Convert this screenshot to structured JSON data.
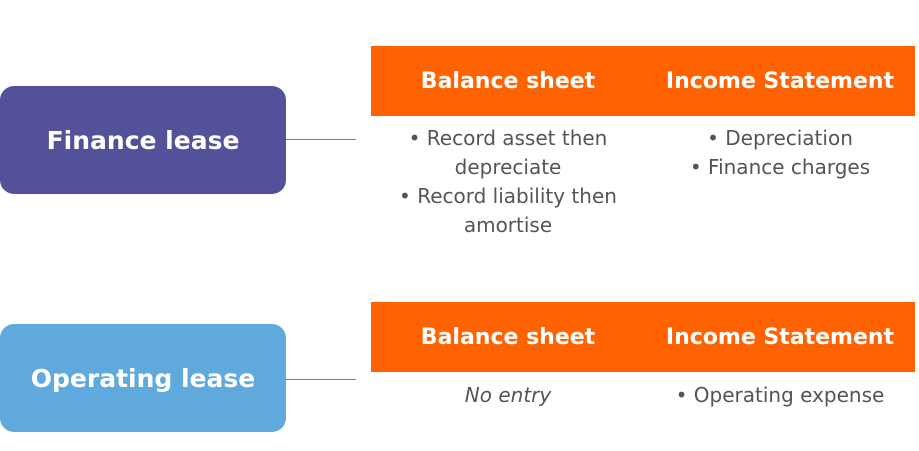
{
  "finance": {
    "label": "Finance lease",
    "balance_header": "Balance sheet",
    "income_header": "Income Statement",
    "balance_entries": [
      "• Record asset then depreciate",
      "• Record liability then amortise"
    ],
    "income_entries": [
      "• Depreciation",
      "• Finance charges"
    ]
  },
  "operating": {
    "label": "Operating lease",
    "balance_header": "Balance sheet",
    "income_header": "Income Statement",
    "balance_entries": [
      "No entry"
    ],
    "income_entries": [
      "• Operating expense"
    ]
  },
  "colors": {
    "finance_box": "#525199",
    "operating_box": "#5fa9dc",
    "header_band": "#ff6200",
    "connector": "#7f7f7f",
    "body_text": "#555555"
  }
}
